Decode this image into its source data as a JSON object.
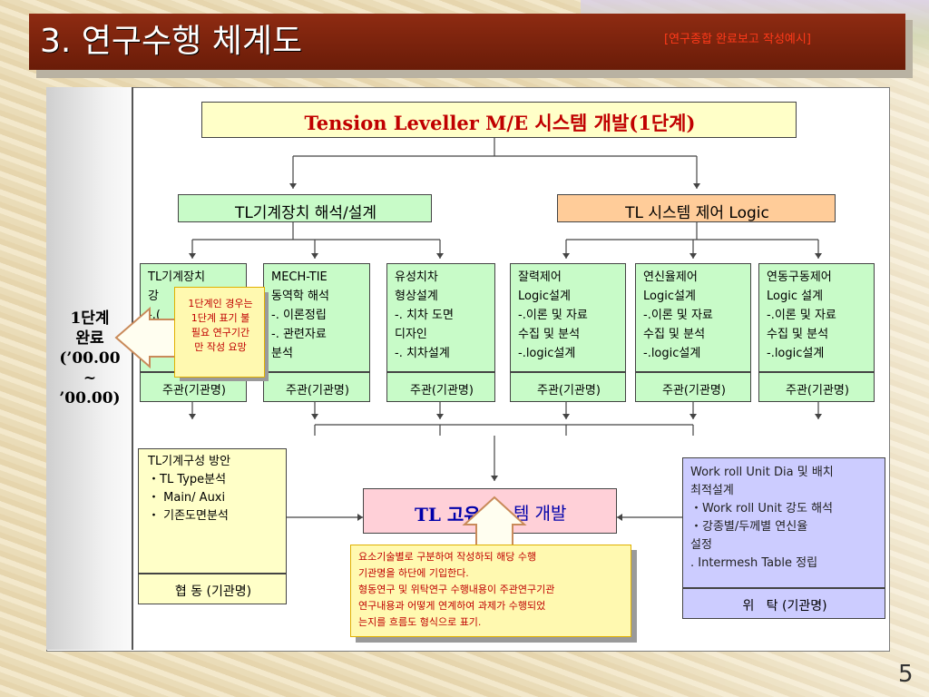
{
  "slide": {
    "title": "3. 연구수행 체계도",
    "note": "[연구종합 완료보고 작성예시]",
    "page_number": "5"
  },
  "diagram": {
    "root": "Tension Leveller M/E 시스템 개발(1단계)",
    "branch_left": "TL기계장치 해석/설계",
    "branch_right": "TL 시스템 제어 Logic",
    "stage_label": "1단계\n완료\n(’00.00\n~\n’00.00)",
    "tasks": [
      {
        "lines": "TL기계장치\n강\n-.(",
        "bottom": "주관(기관명)"
      },
      {
        "lines": "MECH-TIE\n동역학 해석\n-. 이론정립\n-. 관련자료\n    분석",
        "bottom": "주관(기관명)"
      },
      {
        "lines": "유성치차\n형상설계\n  -. 치차 도면\n     디자인\n  -. 치차설계",
        "bottom": "주관(기관명)"
      },
      {
        "lines": "잘력제어\nLogic설계\n  -.이론 및 자료\n    수집 및 분석\n  -.logic설계",
        "bottom": "주관(기관명)"
      },
      {
        "lines": "연신율제어\nLogic설계\n  -.이론 및 자료\n    수집 및 분석\n  -.logic설계",
        "bottom": "주관(기관명)"
      },
      {
        "lines": "연동구동제어\nLogic 설계\n  -.이론 및 자료\n    수집 및 분석\n  -.logic설계",
        "bottom": "주관(기관명)"
      }
    ],
    "callout_stage": "1단계인 경우는\n1단계 표기 불\n필요 연구기간\n만 작성 요망",
    "coop_box": {
      "lines": "TL기계구성 방안\n・TL Type분석\n・ Main/ Auxi\n・ 기존도면분석",
      "bottom": "협 동 (기관명)"
    },
    "center_box": "TL 고유시스템 개발",
    "center_box_visible": "TL 고유",
    "center_box_visible_right": "템 개발",
    "consign_box": {
      "lines": "Work roll Unit Dia  및  배치\n최적설계\n ・Work roll Unit 강도 해석\n ・강종별/두께별  연신율\n    설정\n . Intermesh Table 정립",
      "bottom": "위   탁 (기관명)"
    },
    "callout_bottom": "요소기술별로 구분하여 작성하되 해당 수행\n기관명을 하단에 기입한다.\n형동연구 및 위탁연구 수행내용이 주관연구기관\n연구내용과 어떻게 연계하여 과제가 수행되었\n는지를 흐름도 형식으로  표기."
  }
}
